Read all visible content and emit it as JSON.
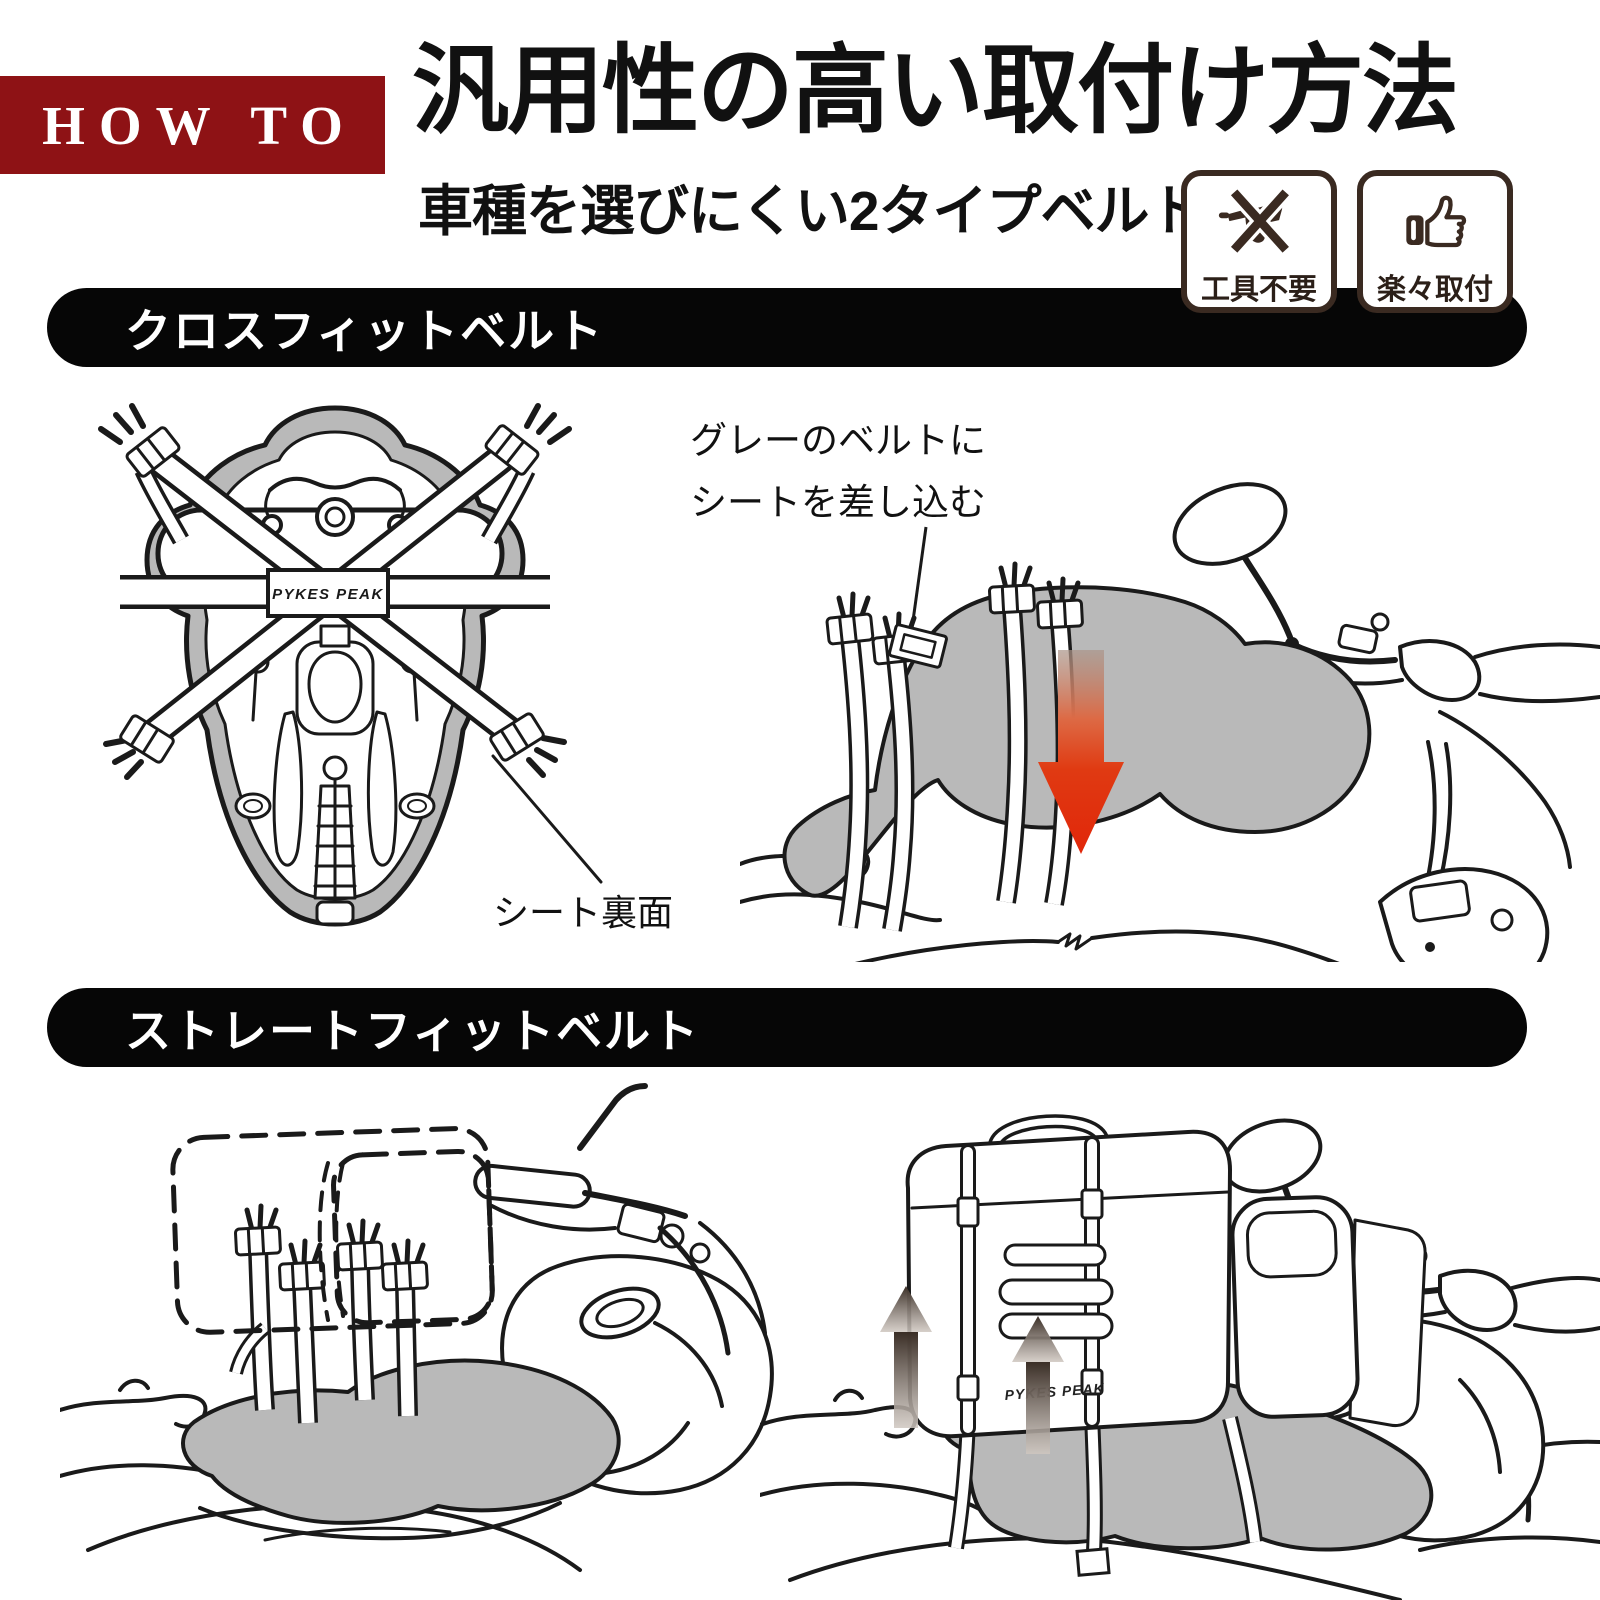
{
  "header": {
    "badge_label": "HOW TO",
    "title": "汎用性の高い取付け方法",
    "subtitle": "車種を選びにくい2タイプベルト",
    "features": [
      {
        "id": "no-tools",
        "label": "工具不要"
      },
      {
        "id": "easy-install",
        "label": "楽々取付"
      }
    ]
  },
  "section_cross": {
    "banner_label": "クロスフィットベルト",
    "annotation_line1": "グレーのベルトに",
    "annotation_line2": "シートを差し込む",
    "caption": "シート裏面",
    "brand_logo": "PYKES PEAK"
  },
  "section_straight": {
    "banner_label": "ストレートフィットベルト",
    "brand_logo": "PYKES PEAK"
  },
  "colors": {
    "badge_red": "#8e1215",
    "banner_black": "#060606",
    "icon_brown": "#3a2a21",
    "label_brown": "#2b1f18",
    "seat_gray": "#b9b9b9",
    "arrow_red": "#e1270a",
    "arrow_dark": "#3a2e26",
    "line_black": "#1a1a1a"
  }
}
